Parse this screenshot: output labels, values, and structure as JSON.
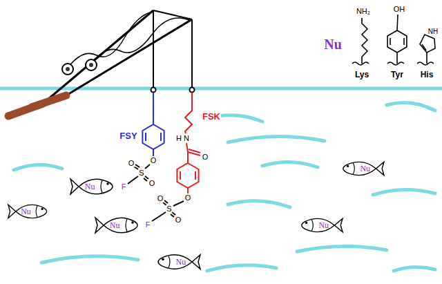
{
  "diagram": {
    "nodes": [
      {
        "text": [
          "Nu"
        ]
      },
      {
        "text": [
          "Nu"
        ]
      },
      {
        "text": [
          "Nu"
        ]
      },
      {
        "text": [
          "Nu"
        ]
      },
      {
        "text": [
          "Nu"
        ]
      },
      {
        "text": [
          "Nu"
        ]
      }
    ],
    "labels": [
      "Nu",
      "Lys",
      "Tyr",
      "His",
      "NH₂",
      "OH",
      "NH",
      "FSY",
      "FSK",
      "O",
      "S",
      "O",
      "O",
      "F",
      "N",
      "H",
      "O",
      "O",
      "S",
      "O",
      "O",
      "F"
    ]
  }
}
